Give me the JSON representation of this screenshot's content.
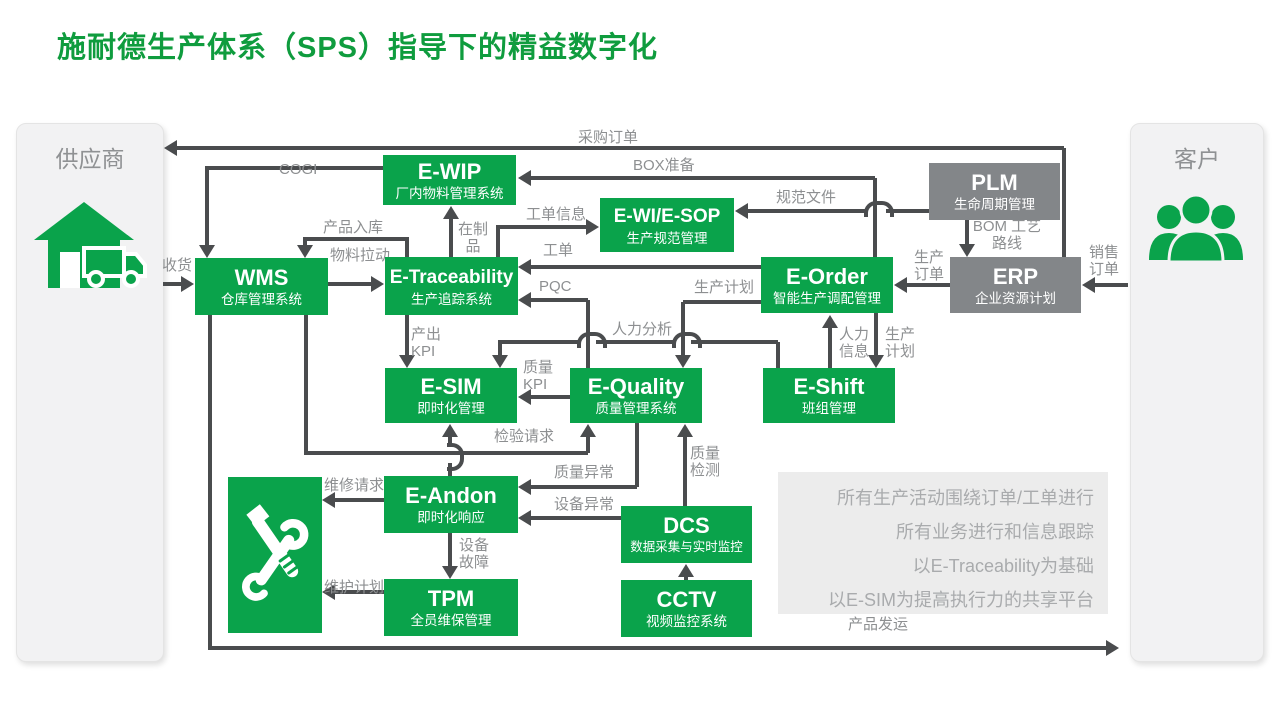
{
  "title": "施耐德生产体系（SPS）指导下的精益数字化",
  "sidebars": {
    "supplier": {
      "label": "供应商"
    },
    "customer": {
      "label": "客户"
    }
  },
  "nodes": {
    "ewip": {
      "title": "E-WIP",
      "subtitle": "厂内物料管理系统"
    },
    "wms": {
      "title": "WMS",
      "subtitle": "仓库管理系统"
    },
    "etrace": {
      "title": "E-Traceability",
      "subtitle": "生产追踪系统"
    },
    "ewisop": {
      "title": "E-WI/E-SOP",
      "subtitle": "生产规范管理"
    },
    "eorder": {
      "title": "E-Order",
      "subtitle": "智能生产调配管理"
    },
    "plm": {
      "title": "PLM",
      "subtitle": "生命周期管理"
    },
    "erp": {
      "title": "ERP",
      "subtitle": "企业资源计划"
    },
    "esim": {
      "title": "E-SIM",
      "subtitle": "即时化管理"
    },
    "equality": {
      "title": "E-Quality",
      "subtitle": "质量管理系统"
    },
    "eshift": {
      "title": "E-Shift",
      "subtitle": "班组管理"
    },
    "eandon": {
      "title": "E-Andon",
      "subtitle": "即时化响应"
    },
    "tpm": {
      "title": "TPM",
      "subtitle": "全员维保管理"
    },
    "dcs": {
      "title": "DCS",
      "subtitle": "数据采集与实时监控"
    },
    "cctv": {
      "title": "CCTV",
      "subtitle": "视频监控系统"
    }
  },
  "edge_labels": {
    "purchase_order": "采购订单",
    "cogi": "COGI",
    "product_inbound": "产品入库",
    "material_pull": "物料拉动",
    "receiving": "收货",
    "wip": "在制品",
    "work_order_info": "工单信息",
    "box_prep": "BOX准备",
    "spec_doc": "规范文件",
    "bom_route": "BOM 工艺路线",
    "sales_order": "销售订单",
    "prod_order": "生产订单",
    "work_order": "工单",
    "pqc": "PQC",
    "prod_plan_to_quality": "生产计划",
    "manpower_analysis": "人力分析",
    "output_kpi": "产出KPI",
    "manpower_info": "人力信息",
    "prod_plan_to_shift": "生产计划",
    "quality_kpi": "质量KPI",
    "inspection_request": "检验请求",
    "quality_abnormal": "质量异常",
    "equipment_abnormal": "设备异常",
    "quality_inspection": "质量检测",
    "equipment_fault": "设备故障",
    "repair_request": "维修请求",
    "maintenance_plan": "维护计划",
    "shipment": "产品发运"
  },
  "notes": {
    "lines": [
      "所有生产活动围绕订单/工单进行",
      "所有业务进行和信息跟踪",
      "以E-Traceability为基础",
      "以E-SIM为提高执行力的共享平台"
    ]
  },
  "colors": {
    "green": "#0aa34b",
    "gray_box": "#838689",
    "line": "#4a4c4e",
    "label_text": "#8d8f91",
    "title_green": "#0f9c3e",
    "panel_bg": "#f2f2f3",
    "notes_bg": "#ececec"
  }
}
